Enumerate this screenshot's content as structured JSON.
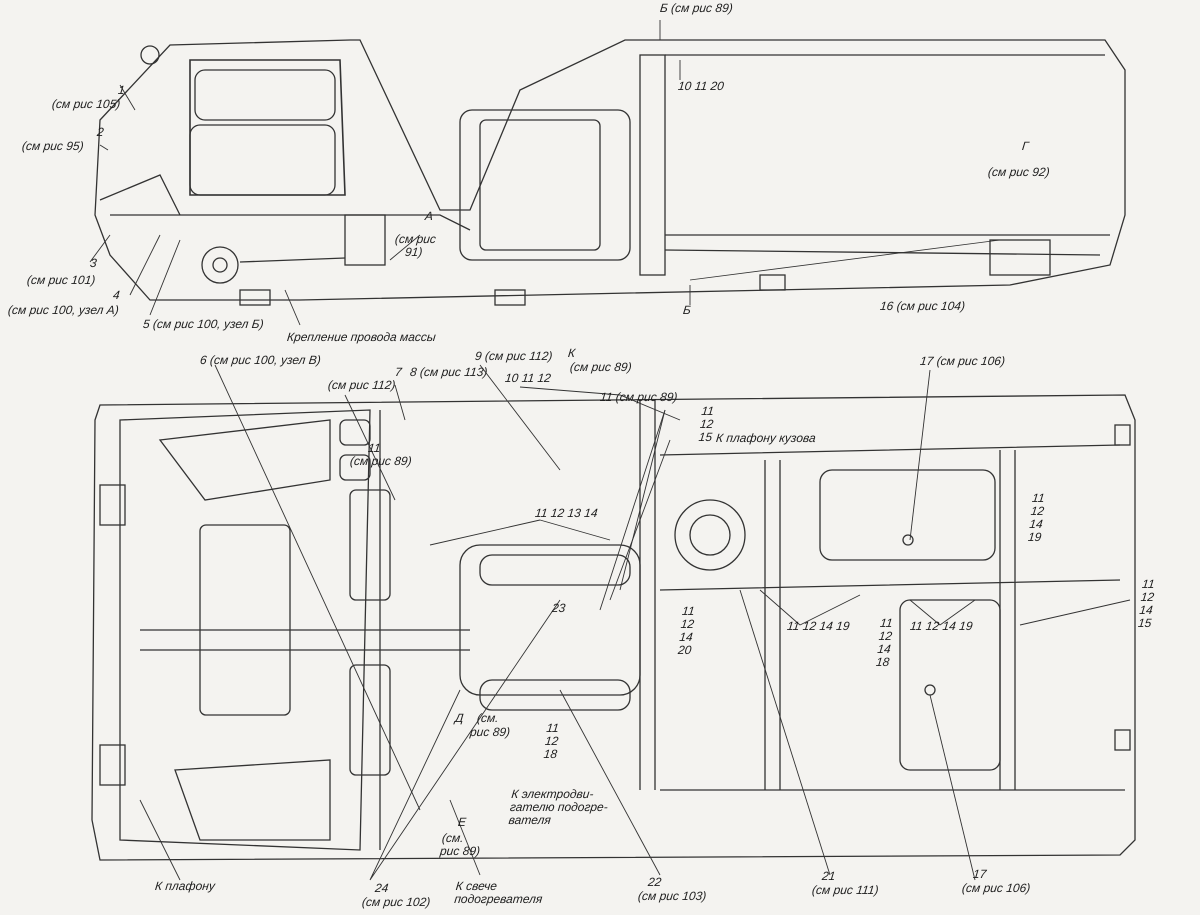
{
  "side_view": {
    "labels": {
      "b_top": "Б (см рис 89)",
      "nums_10_11_20": "10 11 20",
      "g_letter": "Г",
      "g_ref": "(см рис 92)",
      "l1_num": "1",
      "l1_ref": "(см рис 105)",
      "l2_num": "2",
      "l2_ref": "(см рис 95)",
      "a_letter": "А",
      "a_ref1": "(см рис",
      "a_ref2": "91)",
      "l3_num": "3",
      "l3_ref": "(см рис 101)",
      "l4_num": "4",
      "l4_ref": "(см рис 100, узел А)",
      "l5": "5 (см рис 100, узел Б)",
      "ground": "Крепление провода массы",
      "b_bottom": "Б",
      "l16": "16 (см рис 104)"
    }
  },
  "plan_view": {
    "labels": {
      "l6": "6 (см рис 100, узел В)",
      "l7_num": "7",
      "l7_ref": "(см рис 112)",
      "l8": "8 (см рис 113)",
      "l9": "9 (см рис 112)",
      "k_letter": "К",
      "k_ref": "(см рис 89)",
      "nums_10_11_12": "10 11 12",
      "l11_ref_top": "11 (см рис 89)",
      "stack_11_12_15": [
        "11",
        "12",
        "15"
      ],
      "k_body_lamp": "К плафону кузова",
      "l17_top": "17 (см рис 106)",
      "l11_left_num": "11",
      "l11_left_ref": "(см рис 89)",
      "nums_11_12_13_14": "11 12 13 14",
      "stack_11_12_14_19_right": [
        "11",
        "12",
        "14",
        "19"
      ],
      "l23": "23",
      "stack_11_12_14_20": [
        "11",
        "12",
        "14",
        "20"
      ],
      "nums_11_12_14_19_a": "11 12 14 19",
      "nums_11_12_14_19_b": "11 12 14 19",
      "stack_11_12_14_18": [
        "11",
        "12",
        "14",
        "18"
      ],
      "stack_11_12_14_15": [
        "11",
        "12",
        "14",
        "15"
      ],
      "d_letter": "Д",
      "d_ref1": "(см.",
      "d_ref2": "рис 89)",
      "stack_11_12_18": [
        "11",
        "12",
        "18"
      ],
      "heater_motor": [
        "К электродви-",
        "гателю подогре-",
        "вателя"
      ],
      "e_letter": "Е",
      "e_ref1": "(см.",
      "e_ref2": "рис 89)",
      "k_lamp": "К плафону",
      "l24_num": "24",
      "l24_ref": "(см рис 102)",
      "heater_plug": [
        "К свече",
        "подогревателя"
      ],
      "l22_num": "22",
      "l22_ref": "(см рис 103)",
      "l21_num": "21",
      "l21_ref": "(см рис 111)",
      "l17_bot_num": "17",
      "l17_bot_ref": "(см рис 106)"
    }
  }
}
